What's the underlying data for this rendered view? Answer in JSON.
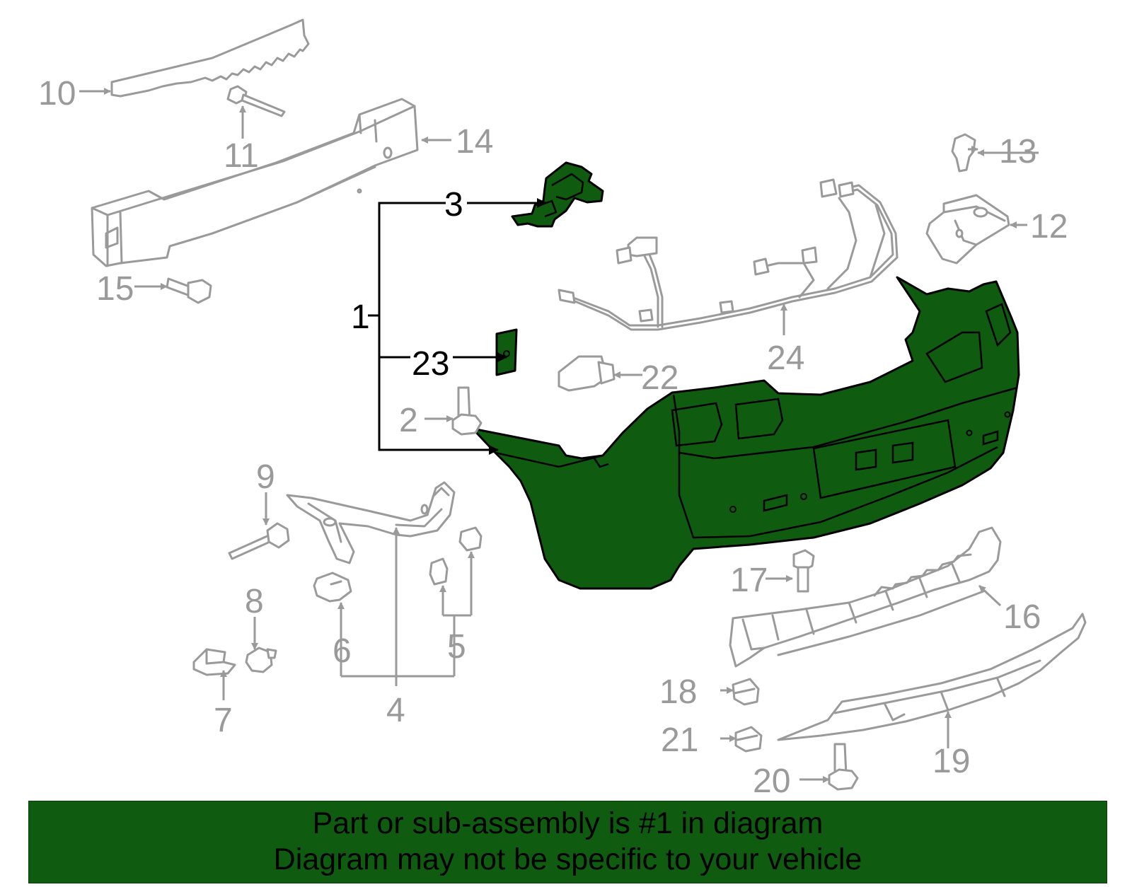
{
  "diagram": {
    "callouts": {
      "c1": "1",
      "c2": "2",
      "c3": "3",
      "c4": "4",
      "c5": "5",
      "c6": "6",
      "c7": "7",
      "c8": "8",
      "c9": "9",
      "c10": "10",
      "c11": "11",
      "c12": "12",
      "c13": "13",
      "c14": "14",
      "c15": "15",
      "c16": "16",
      "c17": "17",
      "c18": "18",
      "c19": "19",
      "c20": "20",
      "c21": "21",
      "c22": "22",
      "c23": "23",
      "c24": "24"
    },
    "highlighted_parts": [
      "1",
      "3",
      "23"
    ],
    "colors": {
      "highlight": "#0f5b0f",
      "callout_normal": "#9a9a9a",
      "callout_highlight": "#000000",
      "footer_background": "#0f5b0f"
    }
  },
  "footer": {
    "line1": "Part or sub-assembly is #1 in diagram",
    "line2": "Diagram may not be specific to your vehicle"
  }
}
